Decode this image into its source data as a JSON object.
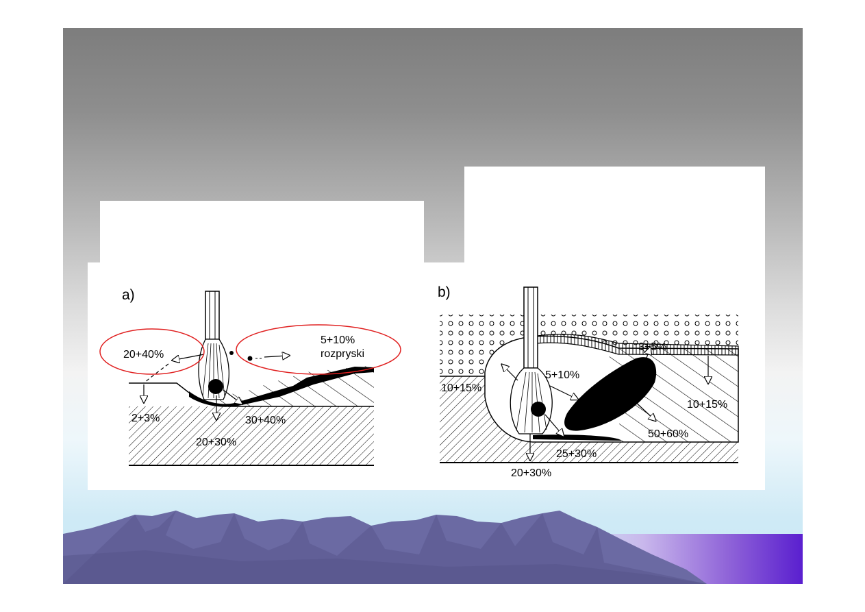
{
  "colors": {
    "slide_top": "#7d7d7d",
    "slide_bottom": "#c7e7f5",
    "mountain": "#6b6aa3",
    "accent_band": "#5a1fcf",
    "highlight_ellipse": "#e02020"
  },
  "figure_a": {
    "panel_label": "a)",
    "label_top_left": "20+40%",
    "label_spatter_pct": "5+10%",
    "label_spatter_word": "rozpryski",
    "label_bottom_left": "2+3%",
    "label_bottom_center": "20+30%",
    "label_bottom_right": "30+40%"
  },
  "figure_b": {
    "panel_label": "b)",
    "label_top": "3+5%",
    "label_arc": "5+10%",
    "label_left": "10+15%",
    "label_right": "10+15%",
    "label_pool": "50+60%",
    "label_bottom_center": "25+30%",
    "label_bottom": "20+30%"
  },
  "icons": [
    "electrode-icon",
    "droplet-icon",
    "arrow-icon",
    "mountain-range-icon"
  ]
}
